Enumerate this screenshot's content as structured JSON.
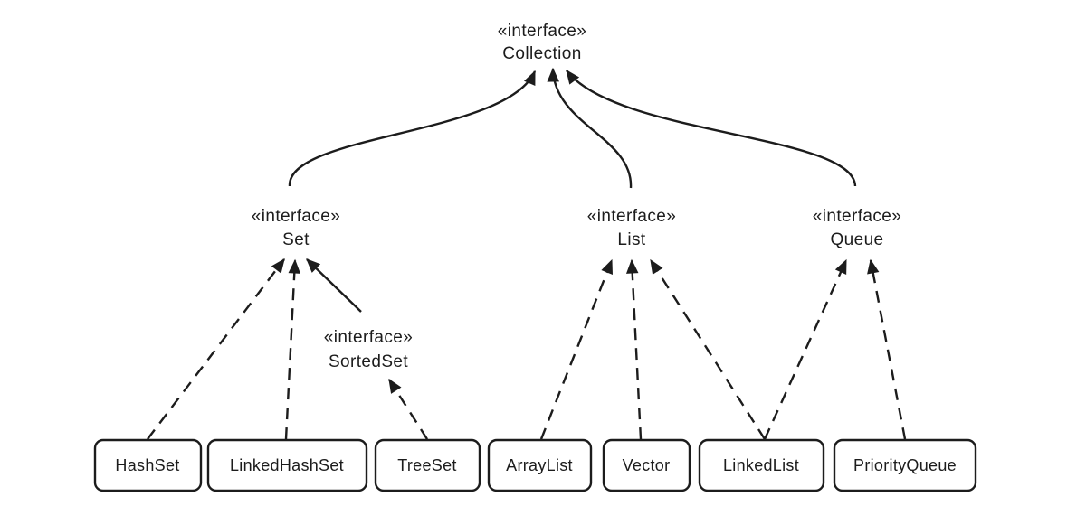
{
  "colors": {
    "background": "#ffffff",
    "line": "#1c1c1c",
    "box_fill": "#ffffff",
    "text": "#1c1c1c"
  },
  "interfaces": {
    "collection": {
      "stereotype": "«interface»",
      "name": "Collection"
    },
    "set": {
      "stereotype": "«interface»",
      "name": "Set"
    },
    "list": {
      "stereotype": "«interface»",
      "name": "List"
    },
    "queue": {
      "stereotype": "«interface»",
      "name": "Queue"
    },
    "sorted_set": {
      "stereotype": "«interface»",
      "name": "SortedSet"
    }
  },
  "classes": {
    "hash_set": {
      "name": "HashSet"
    },
    "linked_hash_set": {
      "name": "LinkedHashSet"
    },
    "tree_set": {
      "name": "TreeSet"
    },
    "array_list": {
      "name": "ArrayList"
    },
    "vector": {
      "name": "Vector"
    },
    "linked_list": {
      "name": "LinkedList"
    },
    "priority_queue": {
      "name": "PriorityQueue"
    }
  },
  "relationships": [
    {
      "from": "Set",
      "to": "Collection",
      "kind": "extends",
      "line": "solid"
    },
    {
      "from": "List",
      "to": "Collection",
      "kind": "extends",
      "line": "solid"
    },
    {
      "from": "Queue",
      "to": "Collection",
      "kind": "extends",
      "line": "solid"
    },
    {
      "from": "SortedSet",
      "to": "Set",
      "kind": "extends",
      "line": "solid"
    },
    {
      "from": "HashSet",
      "to": "Set",
      "kind": "implements",
      "line": "dashed"
    },
    {
      "from": "LinkedHashSet",
      "to": "Set",
      "kind": "implements",
      "line": "dashed"
    },
    {
      "from": "TreeSet",
      "to": "SortedSet",
      "kind": "implements",
      "line": "dashed"
    },
    {
      "from": "ArrayList",
      "to": "List",
      "kind": "implements",
      "line": "dashed"
    },
    {
      "from": "Vector",
      "to": "List",
      "kind": "implements",
      "line": "dashed"
    },
    {
      "from": "LinkedList",
      "to": "List",
      "kind": "implements",
      "line": "dashed"
    },
    {
      "from": "LinkedList",
      "to": "Queue",
      "kind": "implements",
      "line": "dashed"
    },
    {
      "from": "PriorityQueue",
      "to": "Queue",
      "kind": "implements",
      "line": "dashed"
    }
  ]
}
